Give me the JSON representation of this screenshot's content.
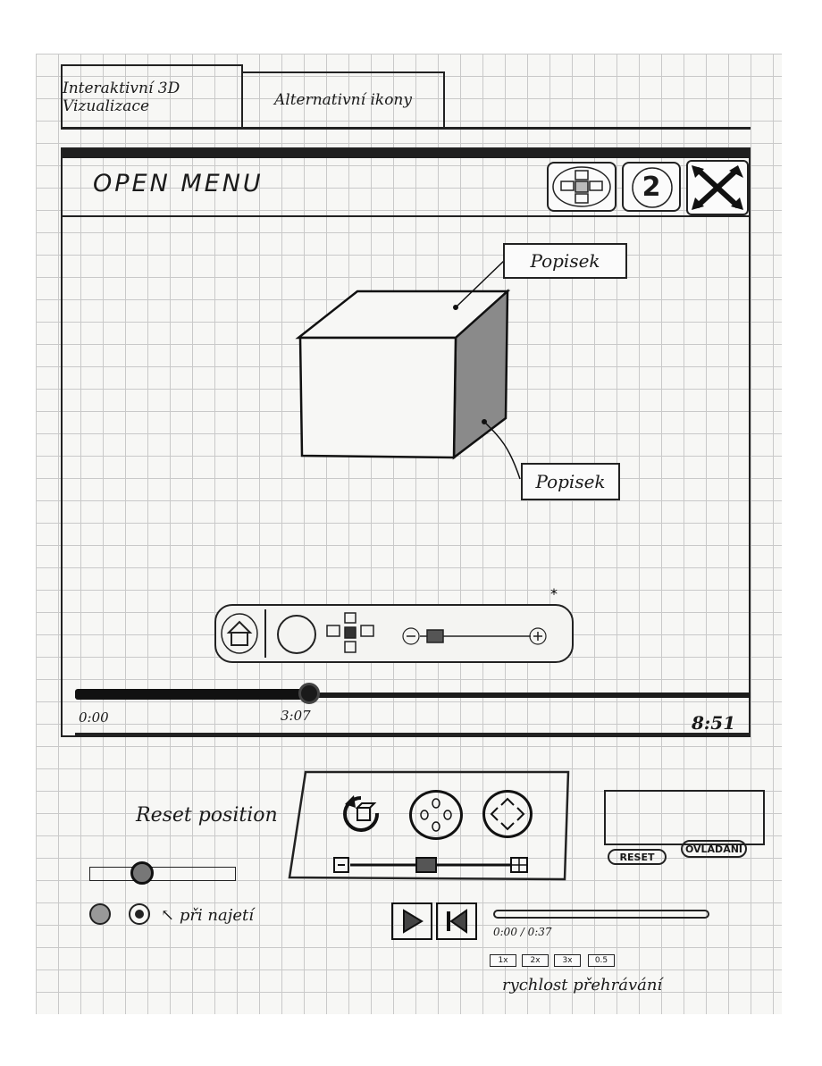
{
  "tabs": [
    {
      "label": "Interaktivní 3D Vizualizace"
    },
    {
      "label": "Alternativní ikony"
    }
  ],
  "menu": {
    "open_label": "OPEN MENU"
  },
  "toolbar_icons": {
    "view": "view-cube-icon",
    "help_label": "2",
    "fullscreen": "expand-arrows-icon"
  },
  "annotations": [
    {
      "label": "Popisek"
    },
    {
      "label": "Popisek"
    }
  ],
  "timeline": {
    "start_time": "0:00",
    "current_time": "3:07",
    "end_time": "8:51",
    "progress": 0.35
  },
  "notes": {
    "reset_position": "Reset position",
    "on_hover": "při najetí",
    "playback_speed": "rychlost přehrávání"
  },
  "buttons": {
    "reset": "RESET",
    "controls": "OVLÁDÁNÍ"
  },
  "player": {
    "time": "0:00 / 0:37",
    "speeds": [
      "1x",
      "2x",
      "3x",
      "0.5"
    ]
  }
}
